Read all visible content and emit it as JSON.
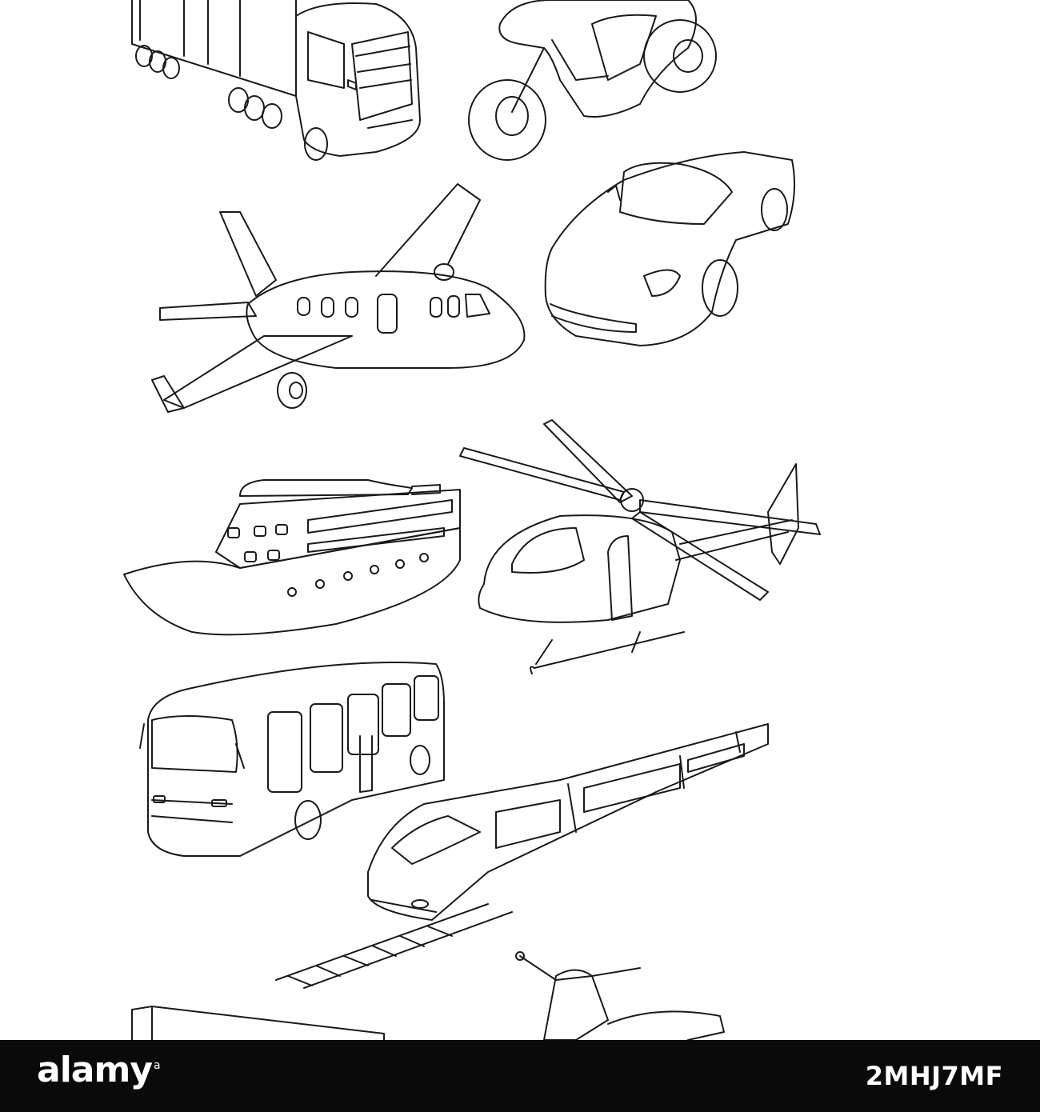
{
  "illustration": {
    "description_icons": [
      "truck-icon",
      "motorcycle-icon",
      "airplane-icon",
      "sports-car-icon",
      "cruise-ship-icon",
      "helicopter-icon",
      "bus-icon",
      "train-icon",
      "trailer-icon",
      "scooter-icon"
    ]
  },
  "footer": {
    "logo_text": "alamy",
    "logo_sup": "a",
    "image_code": "2MHJ7MF",
    "background": "#0a0a0a",
    "text_color": "#ffffff"
  }
}
